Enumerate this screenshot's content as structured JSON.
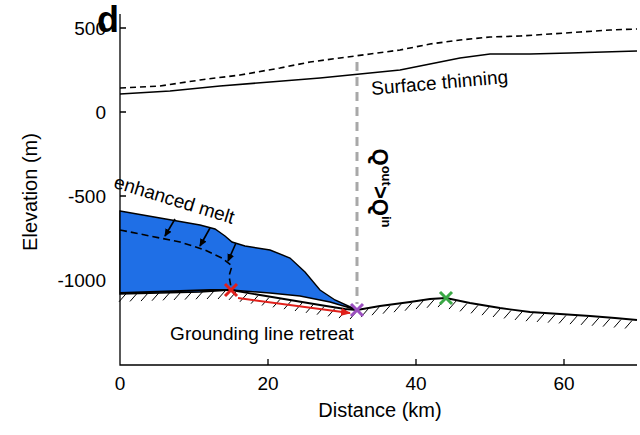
{
  "diagram": {
    "labels": [
      "d",
      "Surface thinning",
      "Q",
      "out",
      ">",
      "Q",
      "in",
      "enhanced melt",
      "Grounding line retreat",
      "500",
      "0",
      "-500",
      "-1000",
      "0",
      "20",
      "40",
      "60",
      "Elevation (m)",
      "Distance (km)"
    ]
  }
}
